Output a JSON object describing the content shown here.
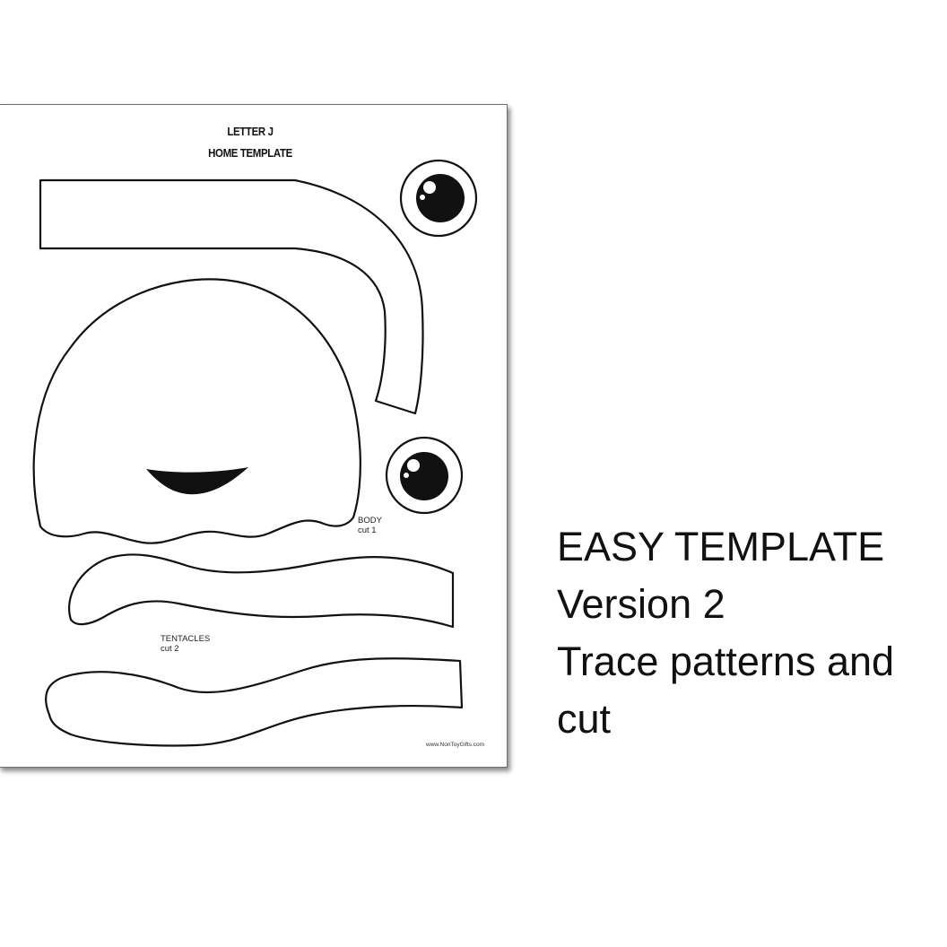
{
  "sheet": {
    "title_line1": "LETTER J",
    "title_line2": "HOME TEMPLATE",
    "body_label": "BODY",
    "body_count": "cut 1",
    "tentacles_label": "TENTACLES",
    "tentacles_count": "cut 2",
    "footer_url": "www.NonToyGifts.com"
  },
  "caption": {
    "line1": "EASY TEMPLATE",
    "line2": "Version 2",
    "line3": "Trace patterns and",
    "line4": "cut"
  },
  "colors": {
    "ink": "#111111",
    "paper": "#ffffff",
    "sheet_border": "#6e6e6e"
  }
}
